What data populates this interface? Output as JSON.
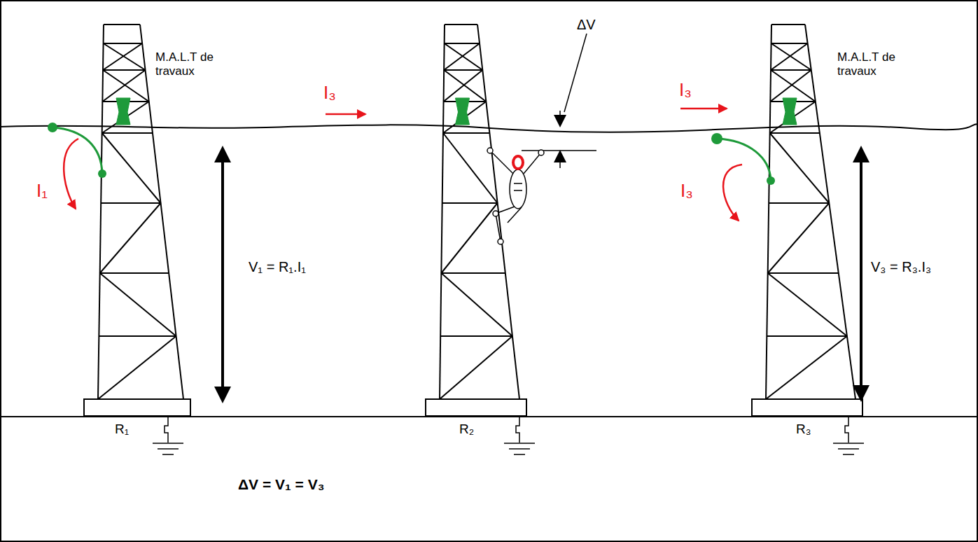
{
  "diagram": {
    "labels": [
      "M.A.L.T de travaux",
      "I₁",
      "I₃",
      "ΔV",
      "I₃",
      "M.A.L.T de travaux",
      "I₃",
      "V₁ = R₁.I₁",
      "V₃ = R₃.I₃",
      "R₁",
      "R₂",
      "R₃",
      "ΔV = V₁ = V₃"
    ]
  }
}
